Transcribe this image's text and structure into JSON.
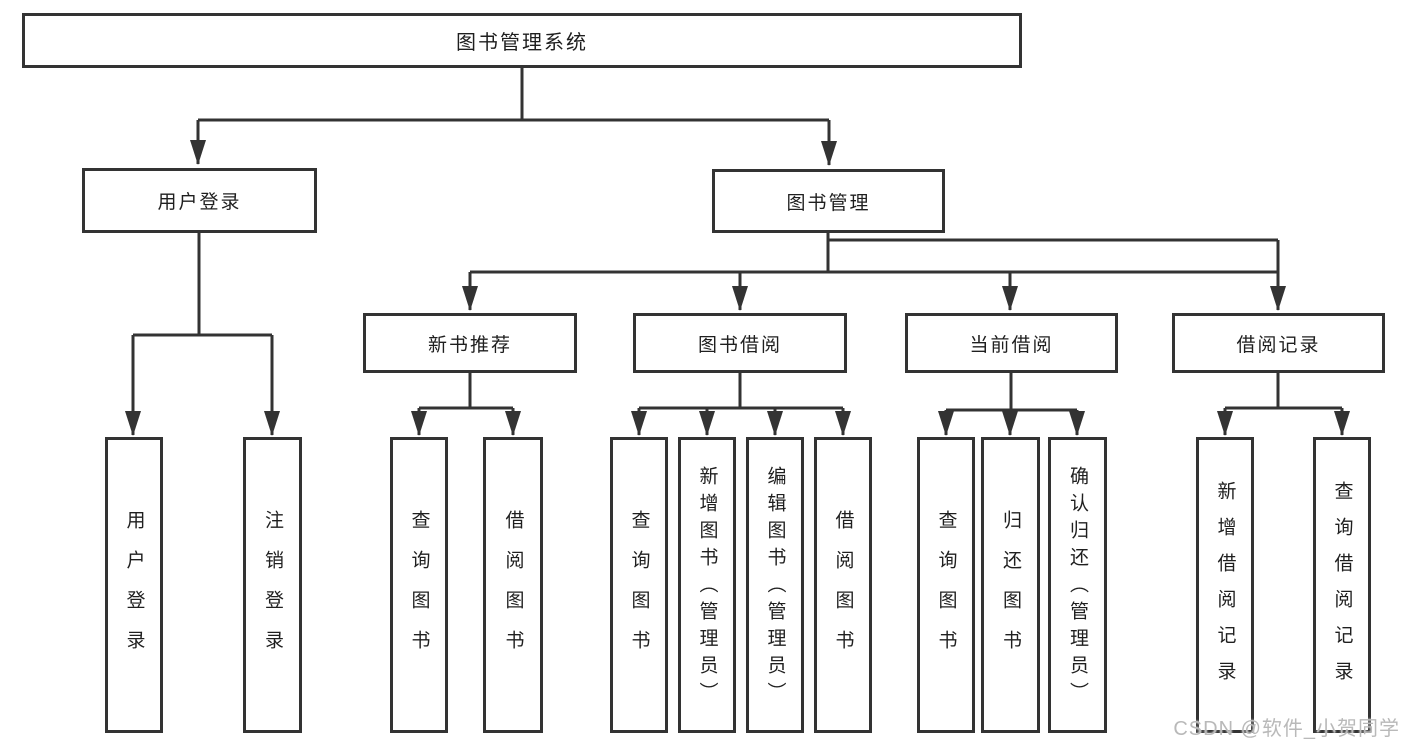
{
  "colors": {
    "line": "#333333",
    "text": "#1f1f1f",
    "background": "#ffffff",
    "watermark": "#b9b9b9"
  },
  "tree": {
    "root": {
      "label": "图书管理系统"
    },
    "children": [
      {
        "label": "用户登录",
        "children": [
          {
            "label": "用户登录"
          },
          {
            "label": "注销登录"
          }
        ]
      },
      {
        "label": "图书管理",
        "children": [
          {
            "label": "新书推荐",
            "children": [
              {
                "label": "查询图书"
              },
              {
                "label": "借阅图书"
              }
            ]
          },
          {
            "label": "图书借阅",
            "children": [
              {
                "label": "查询图书"
              },
              {
                "label": "新增图书（管理员）"
              },
              {
                "label": "编辑图书（管理员）"
              },
              {
                "label": "借阅图书"
              }
            ]
          },
          {
            "label": "当前借阅",
            "children": [
              {
                "label": "查询图书"
              },
              {
                "label": "归还图书"
              },
              {
                "label": "确认归还（管理员）"
              }
            ]
          },
          {
            "label": "借阅记录",
            "children": [
              {
                "label": "新增借阅记录"
              },
              {
                "label": "查询借阅记录"
              }
            ]
          }
        ]
      }
    ]
  },
  "watermark": {
    "text": "CSDN @软件_小贺同学"
  }
}
